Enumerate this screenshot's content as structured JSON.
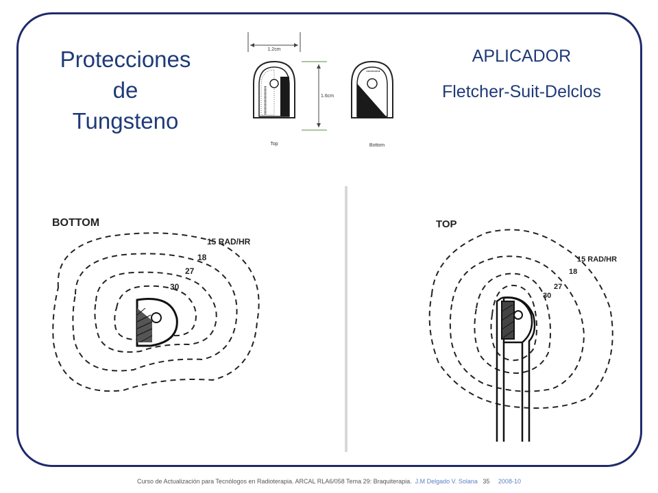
{
  "title_left": {
    "line1": "Protecciones",
    "line2": "de",
    "line3": "Tungsteno"
  },
  "title_right": {
    "line1": "APLICADOR",
    "line2": "Fletcher-Suit-Delclos"
  },
  "applicator_sketch": {
    "width_dim": "1.2cm",
    "height_dim": "1.6cm",
    "label_top": "Top",
    "label_bottom": "Bottom"
  },
  "isodose_bottom": {
    "heading": "BOTTOM",
    "labels": [
      "15 RAD/HR",
      "18",
      "27",
      "30"
    ]
  },
  "isodose_top": {
    "heading": "TOP",
    "labels": [
      "15 RAD/HR",
      "18",
      "27",
      "30"
    ]
  },
  "footer": {
    "course": "Curso de Actualización para Tecnólogos en Radioterapia.  ARCAL RLA6/058  Tema 29: Braquiterapia.",
    "authors": "J.M Delgado  V. Solana",
    "page": "35",
    "year": "2008-10"
  },
  "colors": {
    "frame": "#1f2a6b",
    "title": "#1f3a78",
    "footer_accent": "#5a7fc4"
  }
}
